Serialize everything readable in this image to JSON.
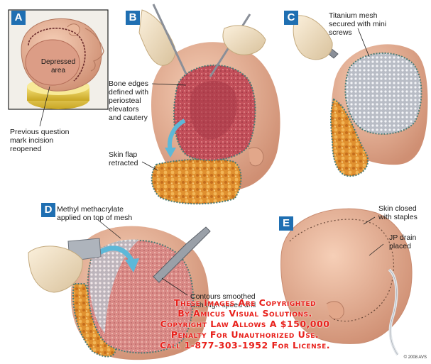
{
  "panels": {
    "a": {
      "letter": "A",
      "depressed_area": "Depressed\narea",
      "incision": "Previous question\nmark incision\nreopened"
    },
    "b": {
      "letter": "B",
      "bone_edges": "Bone edges\ndefined with\nperiosteal\nelevators\nand cautery",
      "skin_flap": "Skin flap\nretracted"
    },
    "c": {
      "letter": "C",
      "mesh": "Titanium mesh\nsecured with mini\nscrews"
    },
    "d": {
      "letter": "D",
      "methyl": "Methyl methacrylate\napplied on top of mesh",
      "contours": "Contours smoothed\nwith high speed drill"
    },
    "e": {
      "letter": "E",
      "skin_closed": "Skin closed\nwith staples",
      "jp_drain": "JP drain\nplaced"
    }
  },
  "watermark": [
    "These Images Are Copyrighted",
    "By Amicus Visual Solutions.",
    "Copyright Law Allows A $150,000",
    "Penalty For Unauthorized Use.",
    "Call 1-877-303-1952 For License."
  ],
  "copyright": "© 2008 AVS",
  "colors": {
    "badge": "#1f6fb2",
    "skin": "#e9b79b",
    "skin_shadow": "#c98b70",
    "exposed_bone": "#c04a54",
    "fat_layer": "#e0902f",
    "mesh": "#c8ccd4",
    "watermark": "#e8201b"
  }
}
